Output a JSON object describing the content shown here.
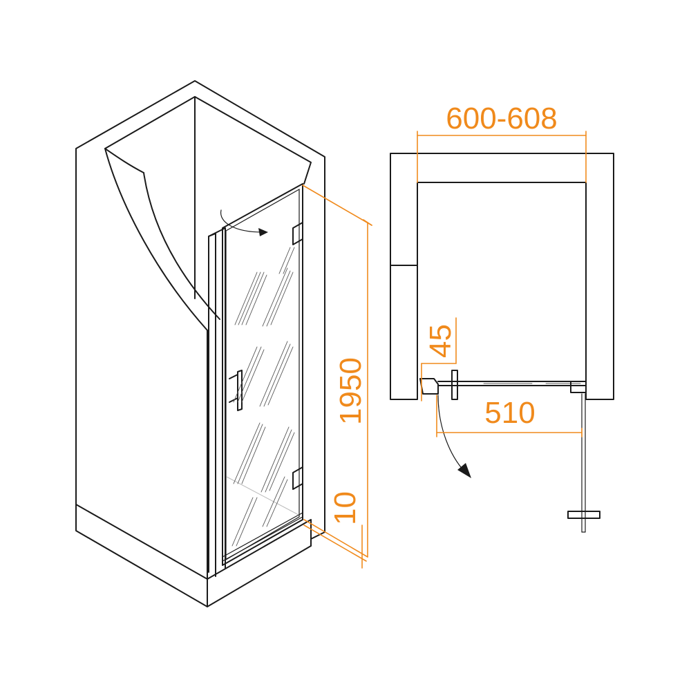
{
  "colors": {
    "dimension": "#f08a1c",
    "outline": "#1a1a1a"
  },
  "dimensions": {
    "width_range": "600-608",
    "height": "1950",
    "threshold": "10",
    "hinge_offset": "45",
    "door_width": "510"
  }
}
